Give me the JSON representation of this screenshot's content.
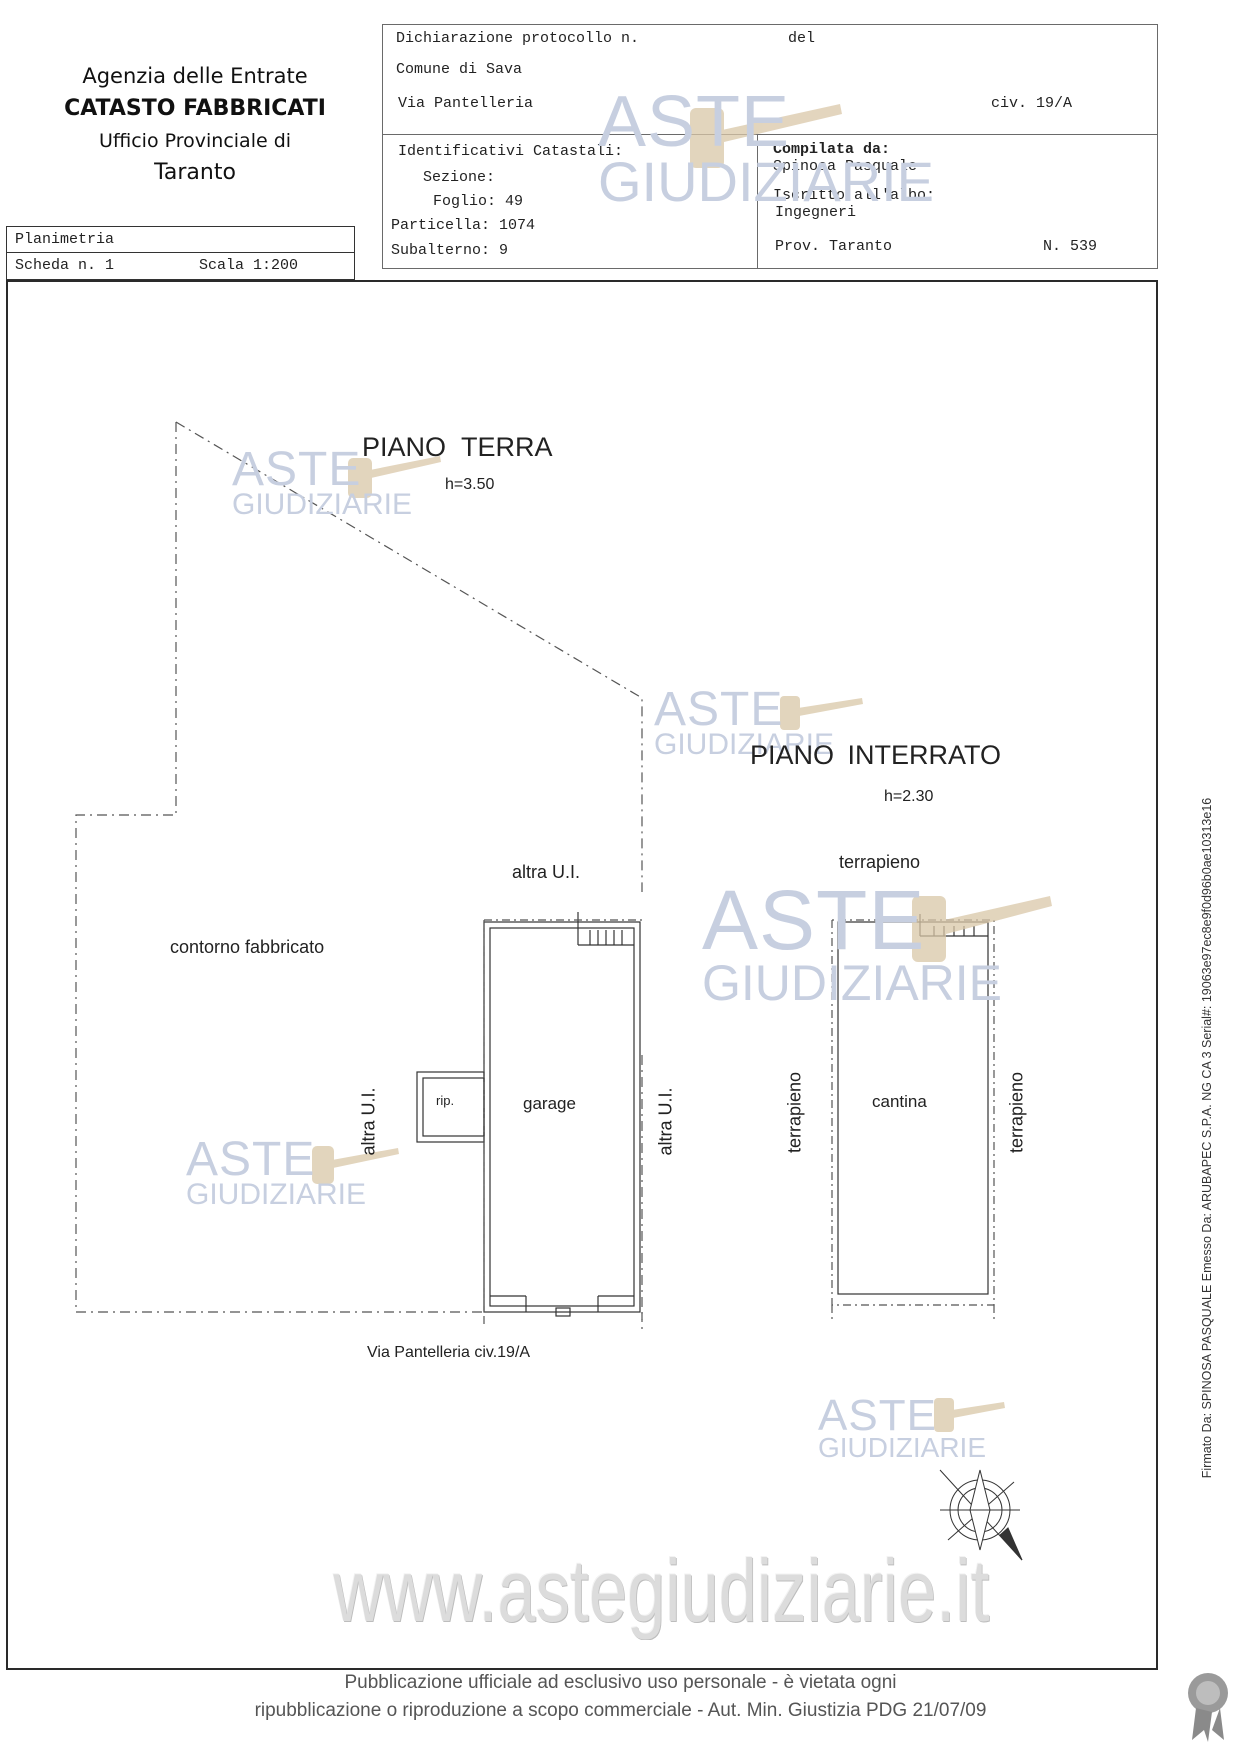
{
  "agency": {
    "line1": "Agenzia delle Entrate",
    "line2": "CATASTO FABBRICATI",
    "line3": "Ufficio Provinciale di",
    "line4": "Taranto"
  },
  "scheda": {
    "planimetria": "Planimetria",
    "scheda": "Scheda n. 1",
    "scala": "Scala 1:200"
  },
  "header": {
    "dichiarazione": "Dichiarazione protocollo n.",
    "del": "del",
    "comune": "Comune di Sava",
    "via": "Via Pantelleria",
    "civ": "civ. 19/A"
  },
  "identificativi": {
    "title": "Identificativi Catastali:",
    "sezione": "Sezione:",
    "foglio": "Foglio: 49",
    "particella": "Particella: 1074",
    "subalterno": "Subalterno: 9"
  },
  "compilata": {
    "title": "Compilata da:",
    "name": "Spinosa Pasquale",
    "iscritto": "Iscritto all'albo:",
    "albo": "Ingegneri",
    "prov": "Prov. Taranto",
    "num": "N. 539"
  },
  "plan": {
    "piano_terra": "PIANO TERRA",
    "h_terra": "h=3.50",
    "piano_interrato": "PIANO INTERRATO",
    "h_interrato": "h=2.30",
    "altra_ui": "altra U.I.",
    "contorno": "contorno fabbricato",
    "rip": "rip.",
    "garage": "garage",
    "terrapieno": "terrapieno",
    "cantina": "cantina",
    "via_label": "Via Pantelleria civ.19/A"
  },
  "watermark": {
    "aste": "ASTE",
    "giudiziarie": "GIUDIZIARIE",
    "url": "www.astegiudiziarie.it"
  },
  "footer": {
    "line1": "Pubblicazione ufficiale ad esclusivo uso personale - è vietata ogni",
    "line2": "ripubblicazione o riproduzione a scopo commerciale - Aut. Min. Giustizia PDG 21/07/09"
  },
  "signature": "Firmato Da: SPINOSA PASQUALE Emesso Da: ARUBAPEC S.P.A. NG CA 3 Serial#: 19063e97ec8e9f0d96b0ae10313e16"
}
